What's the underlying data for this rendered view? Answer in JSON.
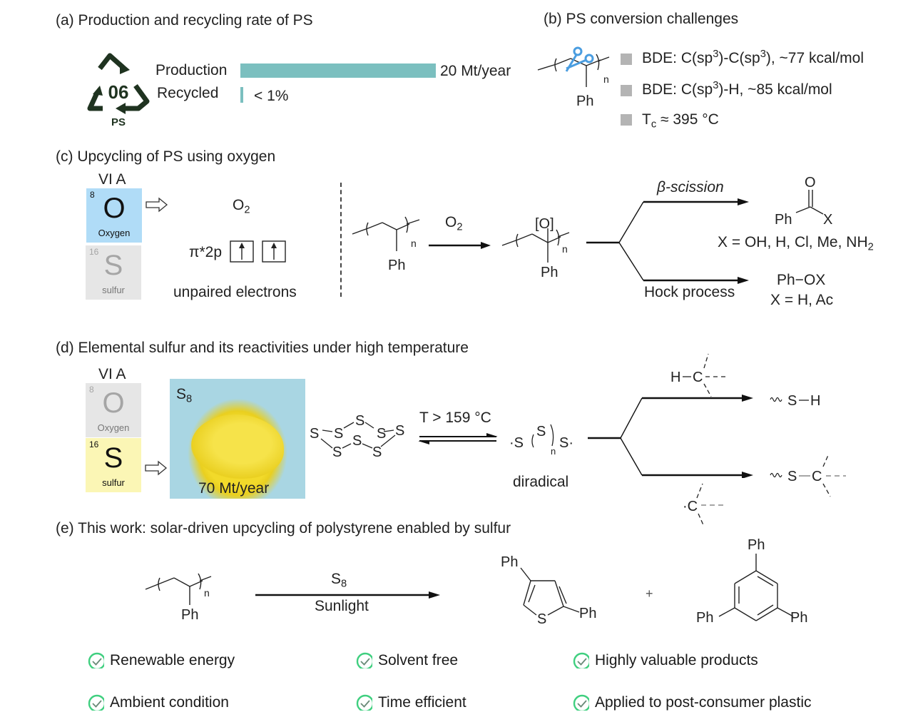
{
  "panel_a": {
    "title": "(a) Production and recycling rate of PS",
    "logo": {
      "number": "06",
      "label": "PS",
      "icon": "recycle-triangle-icon"
    },
    "bars": [
      {
        "label": "Production",
        "value_text": "20 Mt/year",
        "fraction": 1.0
      },
      {
        "label": "Recycled",
        "value_text": "< 1%",
        "fraction": 0.01
      }
    ],
    "bar_color": "#7bbfbf"
  },
  "panel_b": {
    "title": "(b) PS conversion challenges",
    "polymer": {
      "sub": "n",
      "group": "Ph",
      "icon": "scissors-icon"
    },
    "items": [
      {
        "prefix": "BDE: C(sp",
        "sup1": "3",
        "mid": ")-C(sp",
        "sup2": "3",
        "suffix": "), ~77 kcal/mol"
      },
      {
        "prefix": "BDE: C(sp",
        "sup1": "3",
        "suffix": ")-H, ~85 kcal/mol"
      },
      {
        "prefix": "T",
        "sub": "c",
        "suffix": " ≈ 395 °C"
      }
    ],
    "bullet_color": "#b4b4b4"
  },
  "panel_c": {
    "title": "(c) Upcycling of PS using oxygen",
    "group": "VI A",
    "tiles": [
      {
        "num": "8",
        "symbol": "O",
        "name": "Oxygen",
        "state": "highlighted"
      },
      {
        "num": "16",
        "symbol": "S",
        "name": "sulfur",
        "state": "dimmed"
      }
    ],
    "o2": "O",
    "o2_sub": "2",
    "orbital": "π*2p",
    "caption": "unpaired electrons",
    "reactant": {
      "sub": "n",
      "group": "Ph"
    },
    "reagent": "O",
    "reagent_sub": "2",
    "intermediate": {
      "mark": "[O]",
      "sub": "n",
      "group": "Ph"
    },
    "branch_top": {
      "label": "β-scission",
      "product_o": "O",
      "product_left": "Ph",
      "product_right": "X",
      "x_list": "X = OH, H, Cl, Me, NH",
      "x_sub": "2"
    },
    "branch_bottom": {
      "label": "Hock process",
      "product": "Ph−OX",
      "x_list": "X = H, Ac"
    }
  },
  "panel_d": {
    "title": "(d) Elemental sulfur and its reactivities under high temperature",
    "group": "VI A",
    "tiles": [
      {
        "num": "8",
        "symbol": "O",
        "name": "Oxygen",
        "state": "dimmed"
      },
      {
        "num": "16",
        "symbol": "S",
        "name": "sulfur",
        "state": "highlighted"
      }
    ],
    "photo_label": "S",
    "photo_label_sub": "8",
    "photo_caption": "70 Mt/year",
    "ring_atom": "S",
    "condition": "T > 159 °C",
    "diradical": {
      "left": "·S",
      "mid": "S",
      "sub": "n",
      "right": "S·",
      "caption": "diradical"
    },
    "top_reagent": {
      "h": "H",
      "c": "C"
    },
    "top_product": {
      "s": "S",
      "h": "H"
    },
    "bottom_reagent": {
      "c": "·C"
    },
    "bottom_product": {
      "s": "S",
      "c": "C"
    }
  },
  "panel_e": {
    "title": "(e) This work: solar-driven upcycling of polystyrene enabled by sulfur",
    "reactant": {
      "sub": "n",
      "group": "Ph"
    },
    "reagent": "S",
    "reagent_sub": "8",
    "condition": "Sunlight",
    "thiophene": {
      "ph_top": "Ph",
      "ph_right": "Ph",
      "s": "S"
    },
    "plus": "+",
    "benzene": {
      "ph_top": "Ph",
      "ph_left": "Ph",
      "ph_right": "Ph"
    },
    "features": [
      "Renewable energy",
      "Solvent free",
      "Highly valuable products",
      "Ambient condition",
      "Time efficient",
      "Applied to post-consumer plastic"
    ],
    "check_color": "#3fcf7f"
  }
}
